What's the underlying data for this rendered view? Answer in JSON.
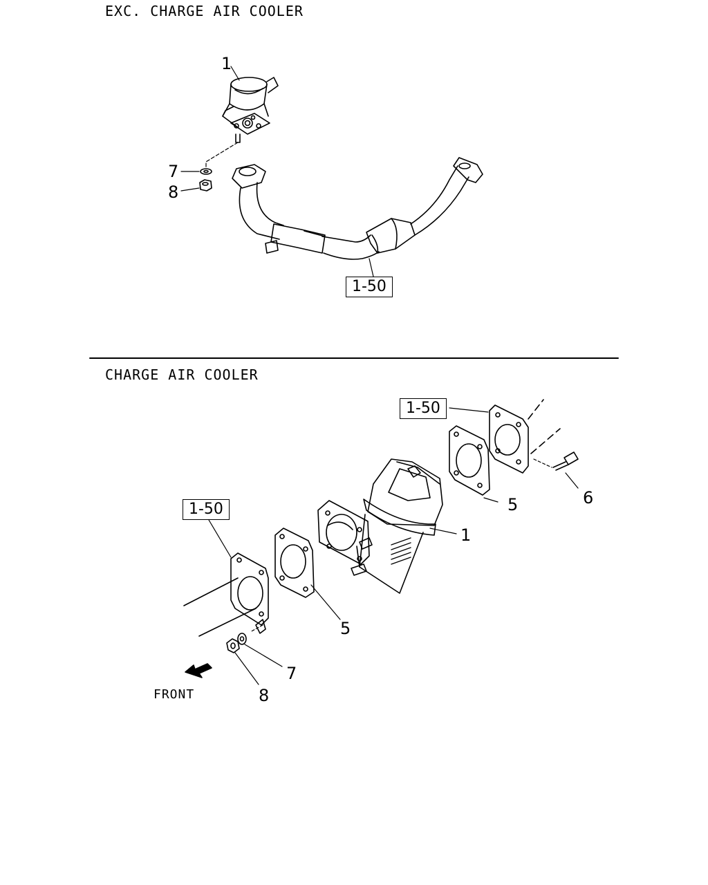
{
  "sections": {
    "top": {
      "title": "EXC. CHARGE AIR COOLER",
      "callouts": {
        "part_1": "1",
        "part_7": "7",
        "part_8": "8"
      },
      "ref_box": "1-50"
    },
    "bottom": {
      "title": "CHARGE AIR COOLER",
      "callouts": {
        "part_1": "1",
        "part_5a": "5",
        "part_5b": "5",
        "part_6": "6",
        "part_7": "7",
        "part_8": "8"
      },
      "ref_box_right": "1-50",
      "ref_box_left": "1-50",
      "front_label": "FRONT"
    }
  }
}
